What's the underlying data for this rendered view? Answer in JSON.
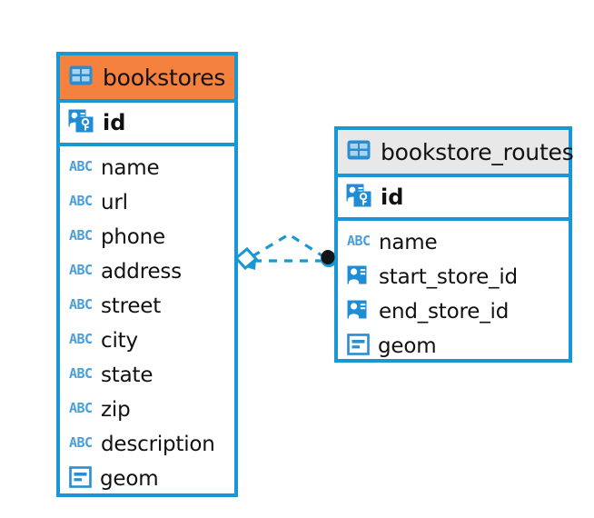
{
  "diagram": {
    "type": "entity-relationship-diagram",
    "background_color": "#FFFFFF",
    "accent_color": "#1897D4",
    "highlight_color": "#F5813F",
    "header_grey": "#E8E8E8"
  },
  "tables": [
    {
      "name": "bookstores",
      "header_color": "#F5813F",
      "table_icon": "table-icon",
      "primary_key": {
        "label": "id",
        "icon": "primary-key-icon"
      },
      "fields": [
        {
          "label": "name",
          "icon": "abc-icon",
          "type": "text"
        },
        {
          "label": "url",
          "icon": "abc-icon",
          "type": "text"
        },
        {
          "label": "phone",
          "icon": "abc-icon",
          "type": "text"
        },
        {
          "label": "address",
          "icon": "abc-icon",
          "type": "text"
        },
        {
          "label": "street",
          "icon": "abc-icon",
          "type": "text"
        },
        {
          "label": "city",
          "icon": "abc-icon",
          "type": "text"
        },
        {
          "label": "state",
          "icon": "abc-icon",
          "type": "text"
        },
        {
          "label": "zip",
          "icon": "abc-icon",
          "type": "text"
        },
        {
          "label": "description",
          "icon": "abc-icon",
          "type": "text"
        },
        {
          "label": "geom",
          "icon": "geometry-icon",
          "type": "geometry"
        }
      ]
    },
    {
      "name": "bookstore_routes",
      "header_color": "#E8E8E8",
      "table_icon": "table-icon",
      "primary_key": {
        "label": "id",
        "icon": "primary-key-icon"
      },
      "fields": [
        {
          "label": "name",
          "icon": "abc-icon",
          "type": "text"
        },
        {
          "label": "start_store_id",
          "icon": "foreign-key-icon",
          "type": "reference"
        },
        {
          "label": "end_store_id",
          "icon": "foreign-key-icon",
          "type": "reference"
        },
        {
          "label": "geom",
          "icon": "geometry-icon",
          "type": "geometry"
        }
      ]
    }
  ],
  "relationship": {
    "from_table": "bookstores",
    "to_table": "bookstore_routes",
    "line_style": "dashed",
    "line_color": "#1897D4",
    "source_marker": "crows-foot-diamond",
    "target_marker": "filled-circle"
  }
}
